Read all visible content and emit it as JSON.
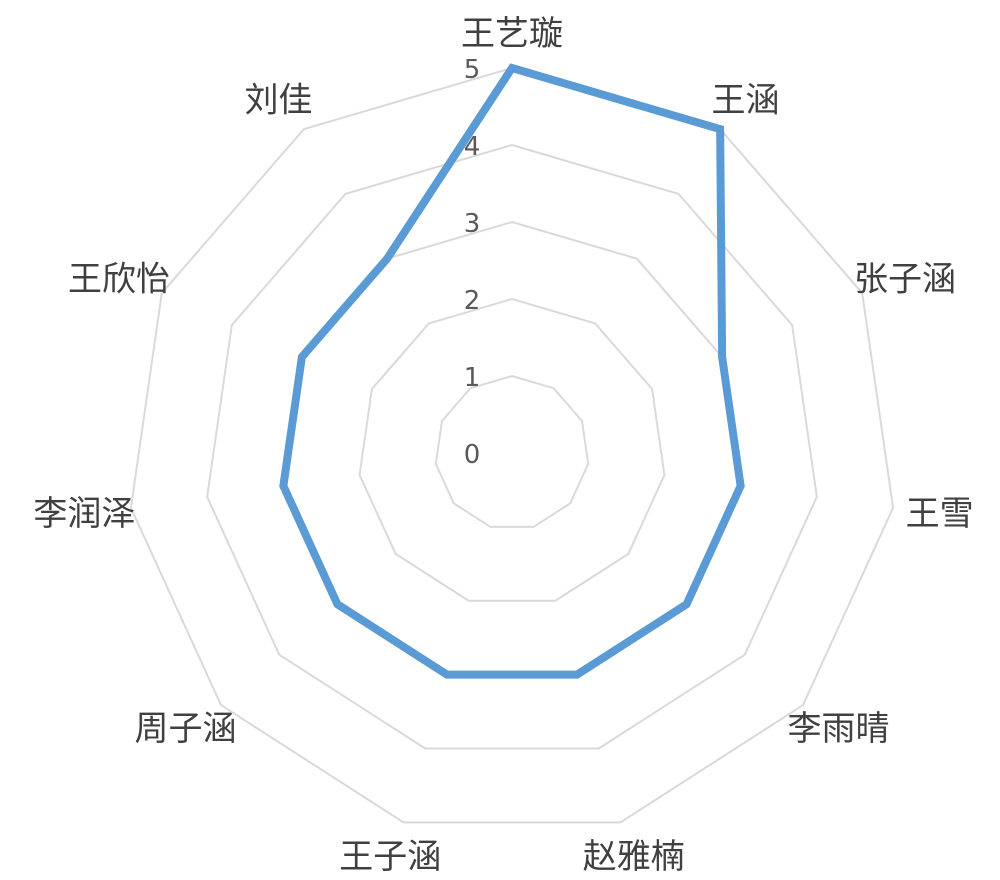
{
  "chart_data": {
    "type": "radar",
    "categories": [
      "王艺璇",
      "王涵",
      "张子涵",
      "王雪",
      "李雨晴",
      "赵雅楠",
      "王子涵",
      "周子涵",
      "李润泽",
      "王欣怡",
      "刘佳"
    ],
    "series": [
      {
        "values": [
          5,
          5,
          3,
          3,
          3,
          3,
          3,
          3,
          3,
          3,
          3
        ],
        "color": "#5B9BD5"
      }
    ],
    "rlim": [
      0,
      5
    ],
    "tick_labels": [
      "0",
      "1",
      "2",
      "3",
      "4",
      "5"
    ],
    "grid": true,
    "grid_color": "#D9D9D9",
    "legend": "none"
  }
}
